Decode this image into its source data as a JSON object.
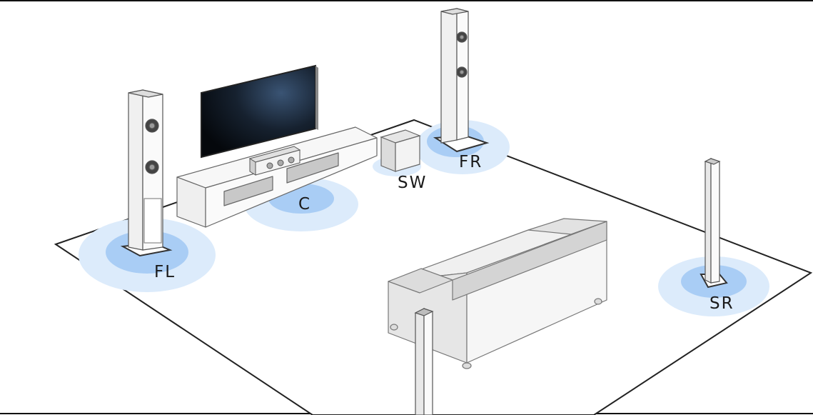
{
  "speakers": {
    "front_left": {
      "label": "FL"
    },
    "center": {
      "label": "C"
    },
    "subwoofer": {
      "label": "SW"
    },
    "front_right": {
      "label": "FR"
    },
    "surround_right": {
      "label": "SR"
    }
  },
  "colors": {
    "zone_outer": "#dcebfb",
    "zone_inner": "#a9cdf5",
    "floor_outline": "#222222",
    "furniture_fill": "#f2f2f2",
    "furniture_shade": "#cfcfcf",
    "tv_screen": "#0c1420"
  }
}
